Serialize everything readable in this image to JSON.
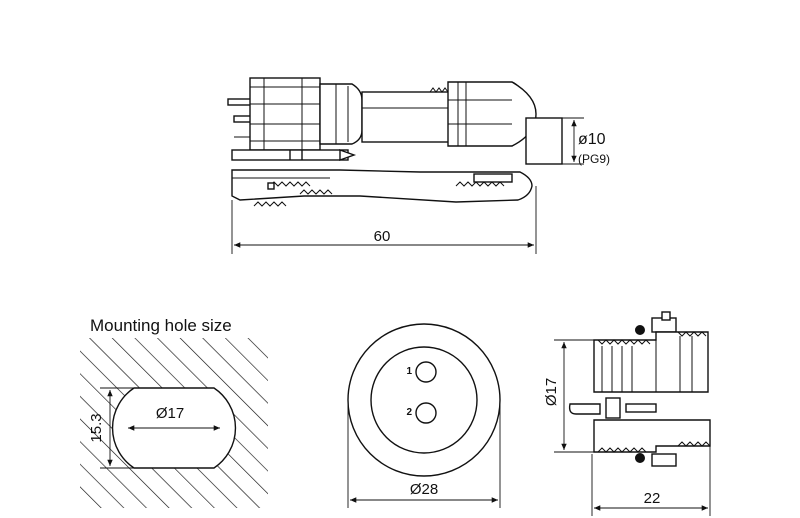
{
  "top_view": {
    "length_label": "60",
    "cable_diameter_label": "ø10",
    "gland_label": "(PG9)"
  },
  "mounting_hole": {
    "title": "Mounting hole size",
    "diameter_label": "Ø17",
    "flat_label": "15.3"
  },
  "front_view": {
    "pin1": "1",
    "pin2": "2",
    "diameter_label": "Ø28"
  },
  "side_view": {
    "thread_label": "Ø17",
    "length_label": "22"
  }
}
